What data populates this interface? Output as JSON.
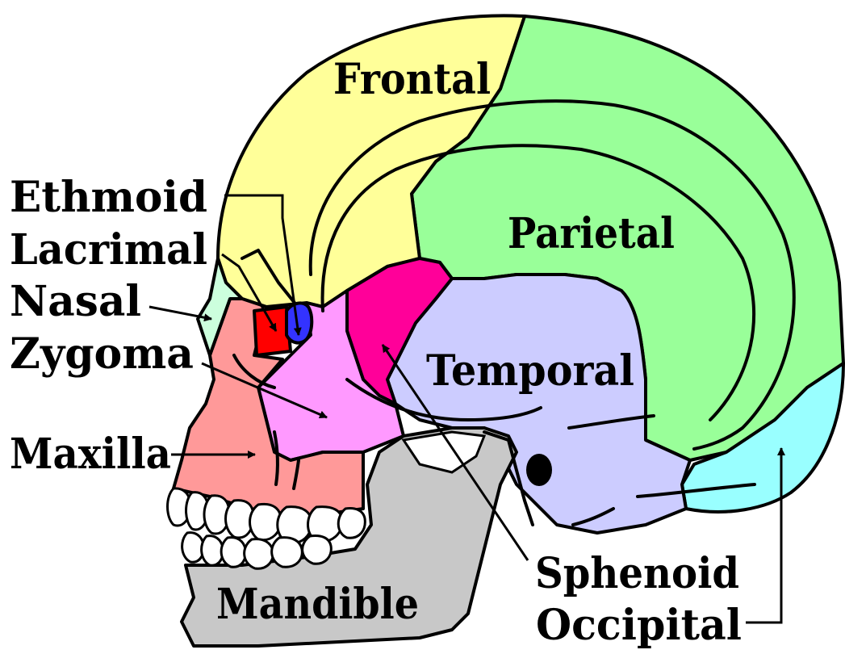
{
  "labels": {
    "frontal": "Frontal",
    "parietal": "Parietal",
    "temporal": "Temporal",
    "ethmoid": "Ethmoid",
    "lacrimal": "Lacrimal",
    "nasal": "Nasal",
    "zygoma": "Zygoma",
    "maxilla": "Maxilla",
    "mandible": "Mandible",
    "sphenoid": "Sphenoid",
    "occipital": "Occipital"
  },
  "colors": {
    "frontal": "#ffff99",
    "parietal": "#99ff99",
    "temporal": "#ccccff",
    "occipital": "#99ffff",
    "sphenoid": "#ff0099",
    "zygoma": "#ff99ff",
    "maxilla": "#ff9999",
    "nasal": "#ccffdd",
    "lacrimal": "#ff0000",
    "ethmoid": "#3333ff",
    "mandible": "#c8c8c8",
    "teeth": "#ffffff",
    "outline": "#000000"
  }
}
